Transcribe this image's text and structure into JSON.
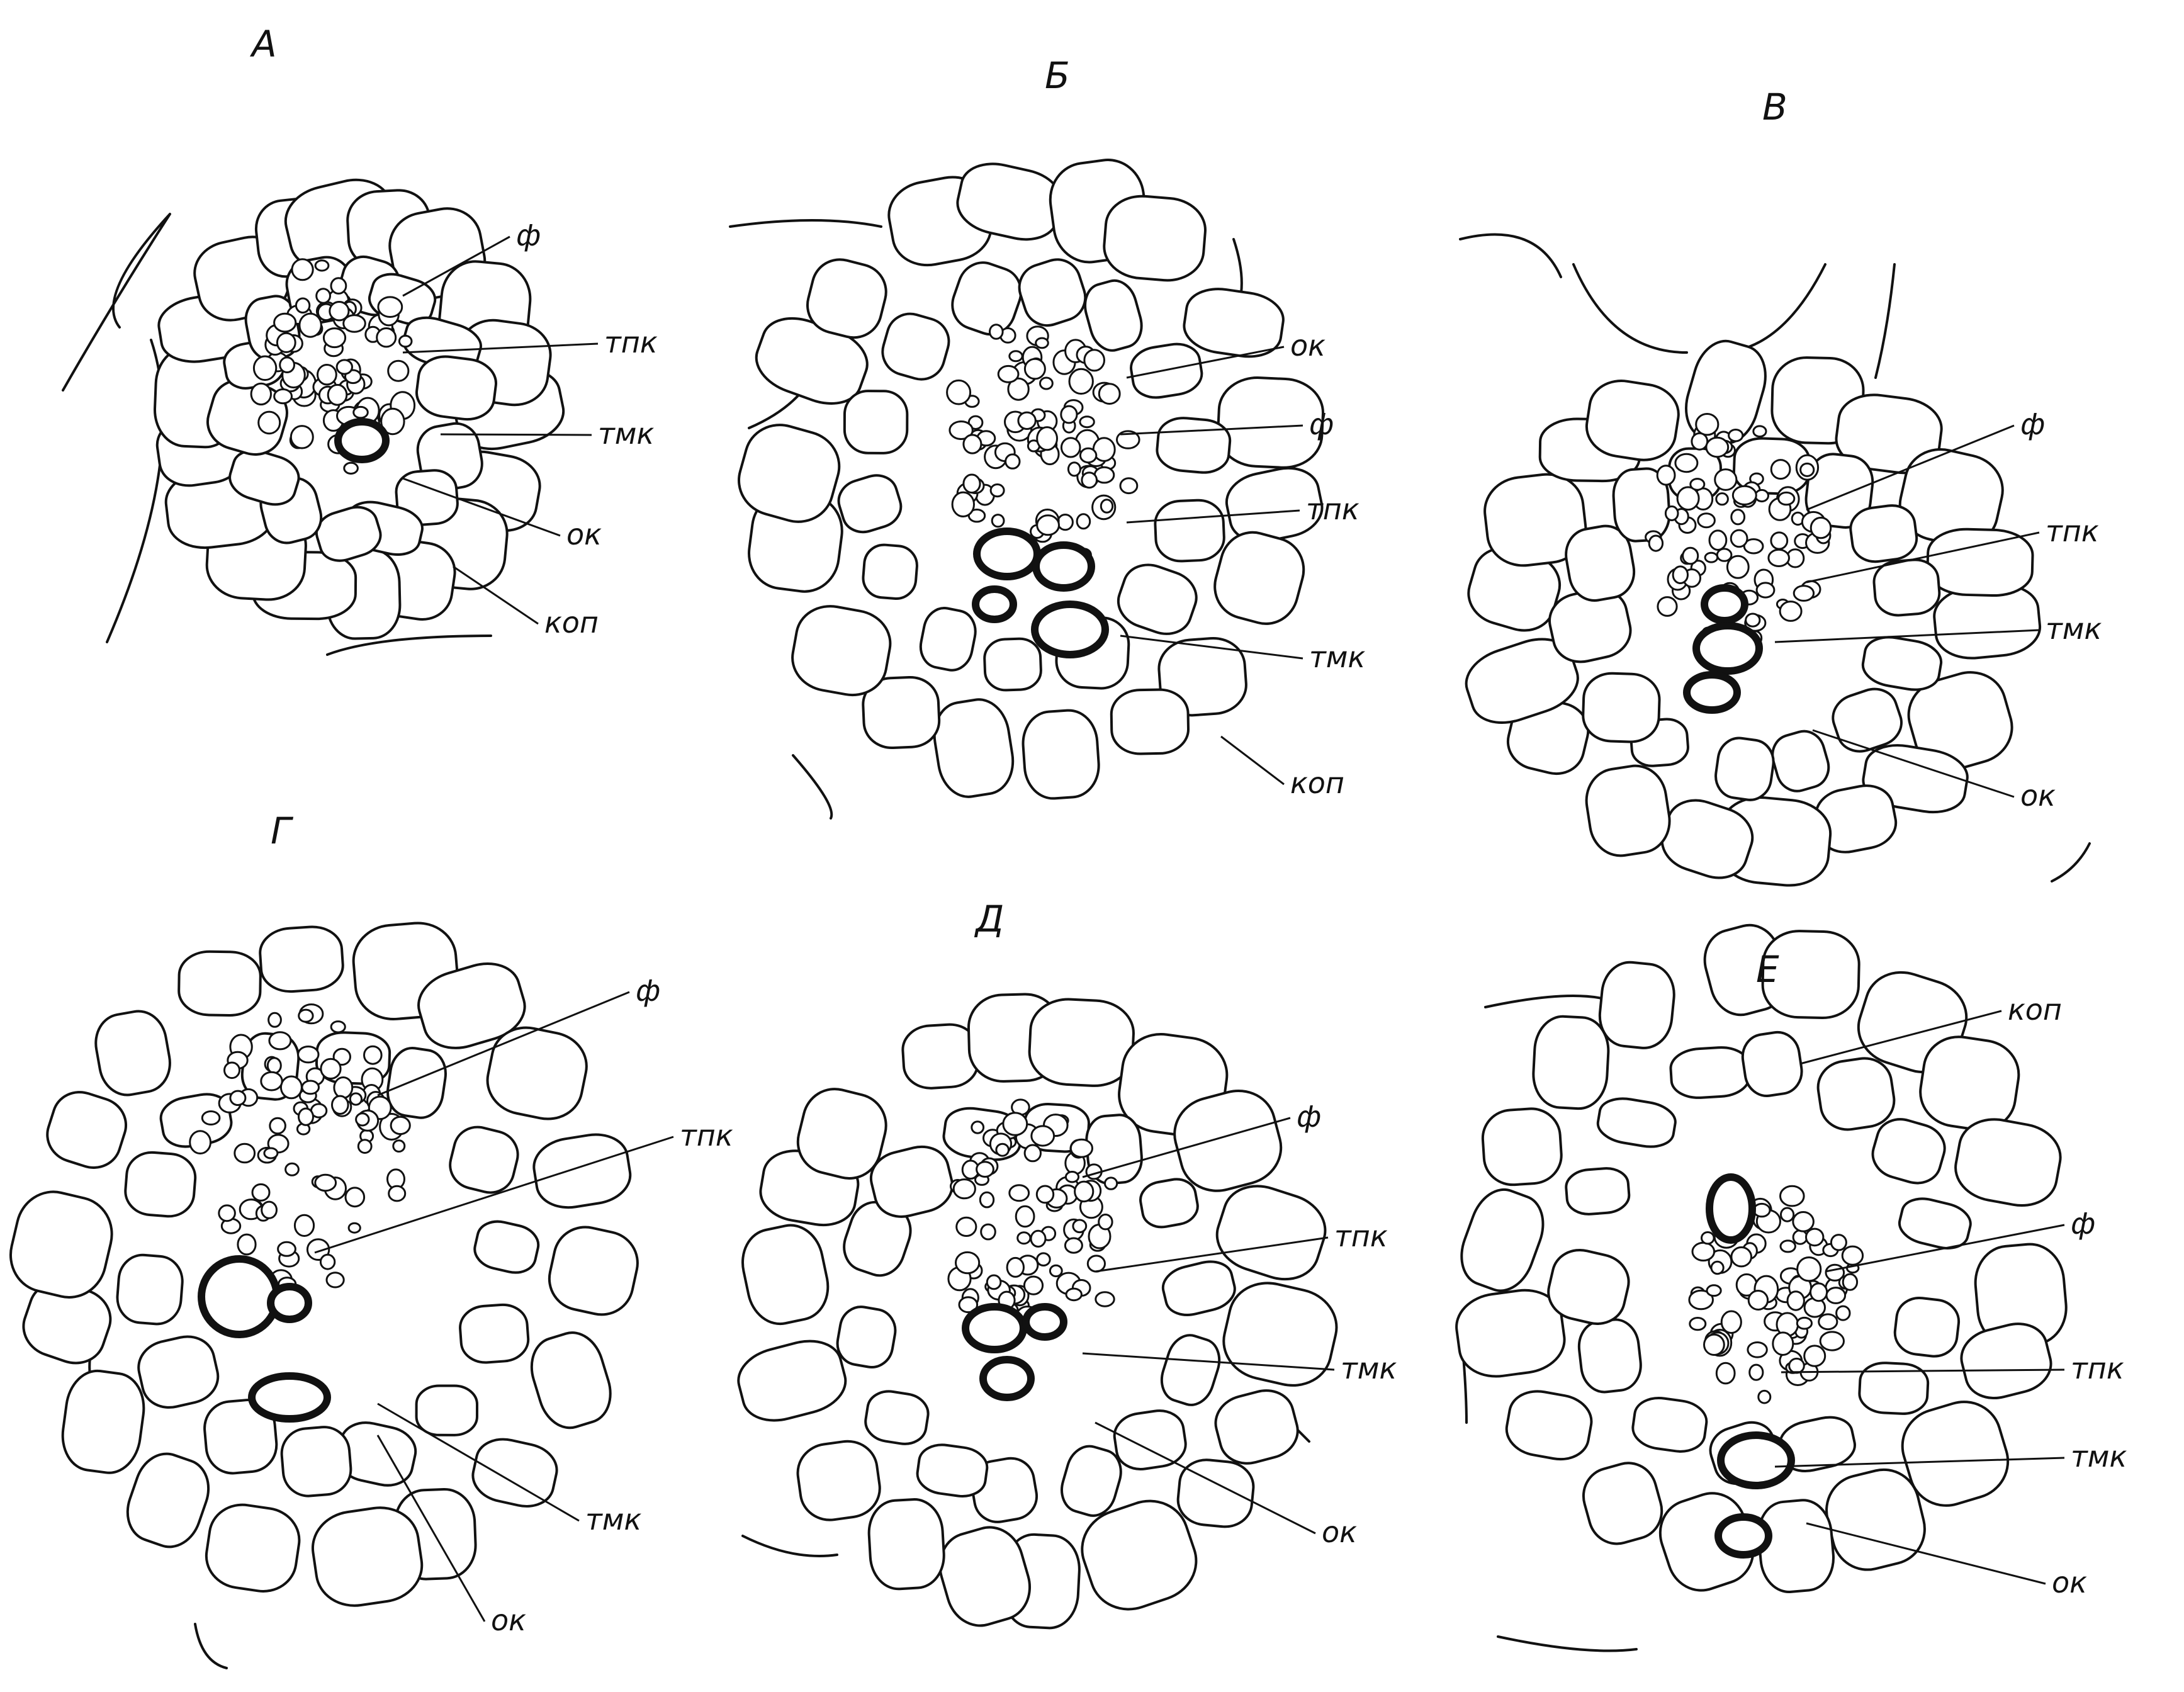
{
  "panels": [
    {
      "id": "A",
      "letter": "А",
      "labels": [
        "ф",
        "тпк",
        "тмк",
        "ок",
        "коп"
      ]
    },
    {
      "id": "B",
      "letter": "Б",
      "labels": [
        "ок",
        "ф",
        "тпк",
        "тмк",
        "коп"
      ]
    },
    {
      "id": "V",
      "letter": "В",
      "labels": [
        "ф",
        "тпк",
        "тмк",
        "ок"
      ]
    },
    {
      "id": "G",
      "letter": "Г",
      "labels": [
        "ф",
        "тпк",
        "тмк",
        "ок"
      ]
    },
    {
      "id": "D",
      "letter": "Д",
      "labels": [
        "ф",
        "тпк",
        "тмк",
        "ок"
      ]
    },
    {
      "id": "E",
      "letter": "Е",
      "labels": [
        "коп",
        "ф",
        "тпк",
        "тмк",
        "ок"
      ]
    }
  ]
}
